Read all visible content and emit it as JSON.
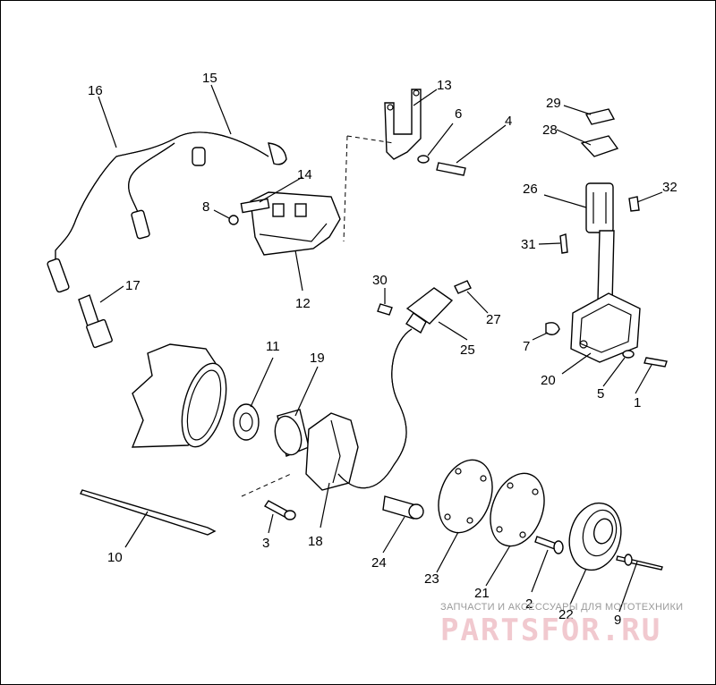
{
  "diagram": {
    "callouts": [
      "1",
      "2",
      "3",
      "4",
      "5",
      "6",
      "7",
      "8",
      "9",
      "10",
      "11",
      "12",
      "13",
      "14",
      "15",
      "16",
      "17",
      "18",
      "19",
      "20",
      "21",
      "22",
      "23",
      "24",
      "25",
      "26",
      "27",
      "28",
      "29",
      "30",
      "31",
      "32"
    ]
  },
  "watermark": {
    "subtitle": "ЗАПЧАСТИ И АКСЕССУАРЫ ДЛЯ МОТОТЕХНИКИ",
    "brand": "PARTSFOR.RU"
  },
  "colors": {
    "line": "#000000",
    "background": "#ffffff",
    "watermark": "#f1c9cf"
  }
}
